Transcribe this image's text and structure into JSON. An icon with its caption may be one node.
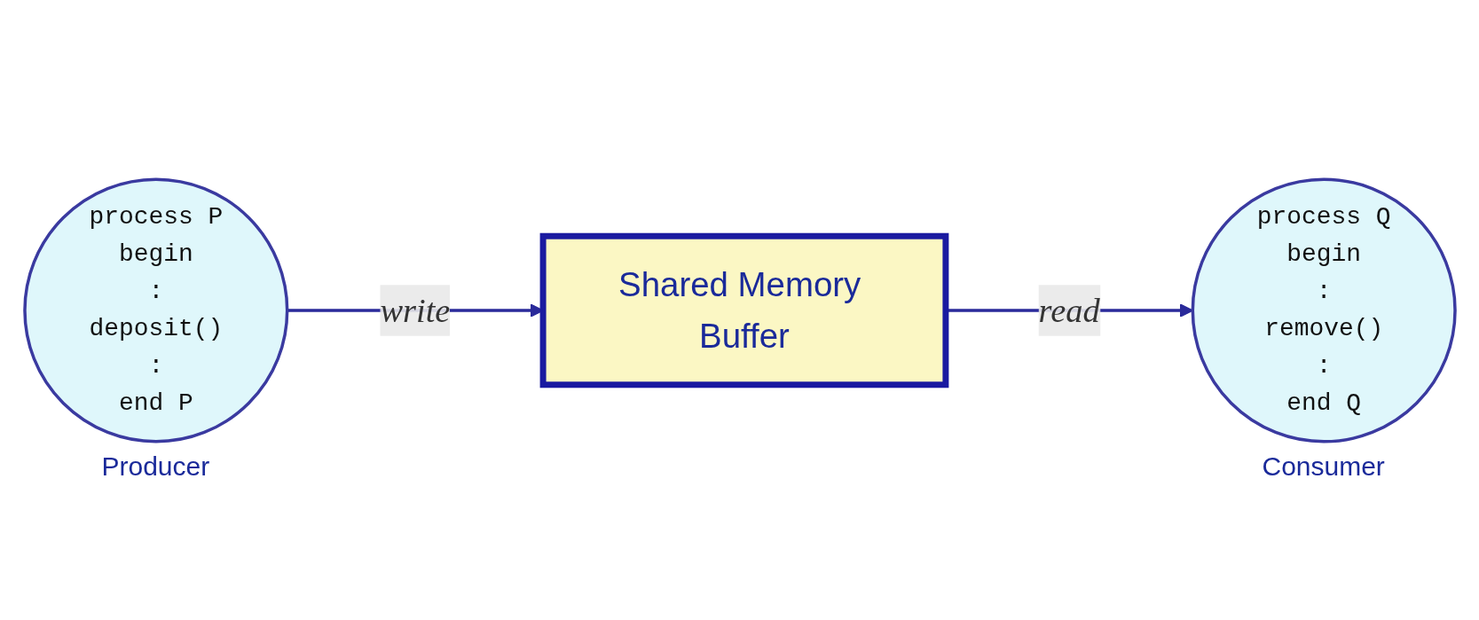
{
  "diagram": {
    "nodes": [
      {
        "text": [
          "process P",
          "begin",
          ":",
          "deposit()",
          ":",
          "end P"
        ],
        "beside": [
          "Producer"
        ]
      },
      {
        "text": [
          "Shared Memory Buffer"
        ]
      },
      {
        "text": [
          "process Q",
          "begin",
          ":",
          "remove()",
          ":",
          "end Q"
        ],
        "beside": [
          "Consumer"
        ]
      }
    ],
    "edges": [
      {
        "from": 0,
        "to": 1,
        "arrow": "to",
        "label": "write"
      },
      {
        "from": 1,
        "to": 2,
        "arrow": "to",
        "label": "read"
      }
    ]
  }
}
